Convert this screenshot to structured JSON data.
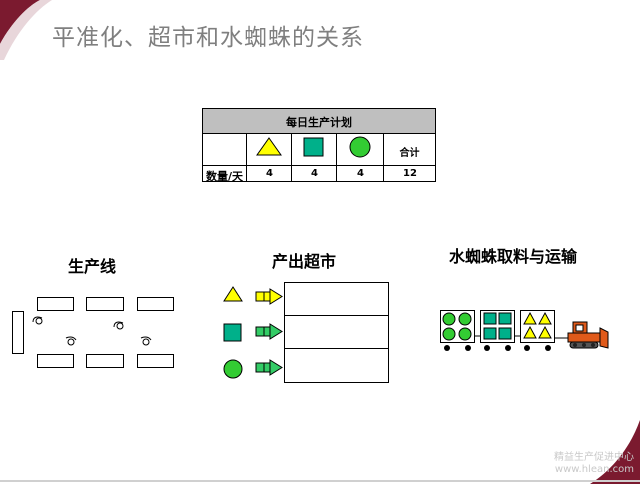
{
  "title": "平准化、超市和水蜘蛛的关系",
  "plan_table": {
    "header": "每日生产计划",
    "row_label": "数量/天",
    "quantities": [
      "4",
      "4",
      "4"
    ],
    "total_label": "合计",
    "total_value": "12",
    "products": [
      "triangle",
      "square",
      "circle"
    ]
  },
  "sections": {
    "production_line": "生产线",
    "supermarket": "产出超市",
    "water_spider": "水蜘蛛取料与运输"
  },
  "watermark": {
    "line1": "精益生产促进中心",
    "line2": "www.hlean.com"
  },
  "colors": {
    "triangle": "#ffff00",
    "square": "#00b08a",
    "circle": "#33cc33",
    "arrow_head_tri": "#ffff00",
    "arrow_head_green": "#33cc66",
    "header_bg": "#bfbfbf",
    "corner": "#7b1a2f"
  }
}
